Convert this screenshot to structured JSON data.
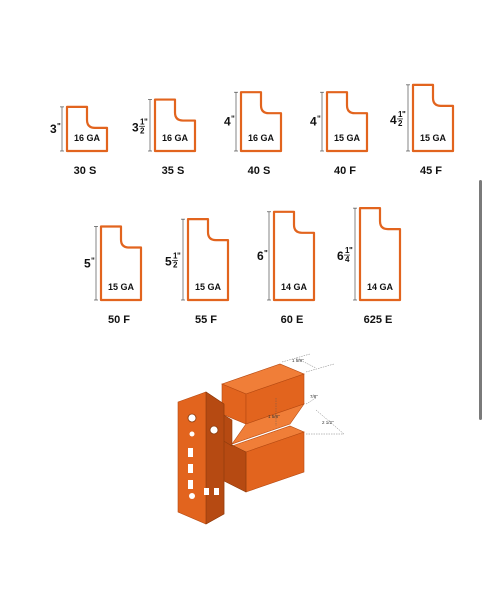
{
  "colors": {
    "profile_stroke": "#e2641e",
    "beam_orange": "#e2641e",
    "beam_dark": "#b64a12",
    "beam_light": "#f07e38",
    "text": "#111111"
  },
  "profiles": [
    {
      "name": "30 S",
      "height": {
        "whole": "3",
        "frac": "",
        "unit": "\""
      },
      "gauge": "16 GA",
      "height_in": 3
    },
    {
      "name": "35 S",
      "height": {
        "whole": "3",
        "frac": "1/2",
        "unit": "\""
      },
      "gauge": "16 GA",
      "height_in": 3.5
    },
    {
      "name": "40 S",
      "height": {
        "whole": "4",
        "frac": "",
        "unit": "\""
      },
      "gauge": "16 GA",
      "height_in": 4
    },
    {
      "name": "40 F",
      "height": {
        "whole": "4",
        "frac": "",
        "unit": "\""
      },
      "gauge": "15 GA",
      "height_in": 4
    },
    {
      "name": "45 F",
      "height": {
        "whole": "4",
        "frac": "1/2",
        "unit": "\""
      },
      "gauge": "15 GA",
      "height_in": 4.5
    },
    {
      "name": "50 F",
      "height": {
        "whole": "5",
        "frac": "",
        "unit": "\""
      },
      "gauge": "15 GA",
      "height_in": 5
    },
    {
      "name": "55 F",
      "height": {
        "whole": "5",
        "frac": "1/2",
        "unit": "\""
      },
      "gauge": "15 GA",
      "height_in": 5.5
    },
    {
      "name": "60 E",
      "height": {
        "whole": "6",
        "frac": "",
        "unit": "\""
      },
      "gauge": "14 GA",
      "height_in": 6
    },
    {
      "name": "625 E",
      "height": {
        "whole": "6",
        "frac": "1/4",
        "unit": "\""
      },
      "gauge": "14 GA",
      "height_in": 6.25
    }
  ],
  "iso_beam": {
    "dims": [
      "1 5/8\"",
      "7/8\"",
      "1 5/8\"",
      "2 1/2\""
    ]
  }
}
